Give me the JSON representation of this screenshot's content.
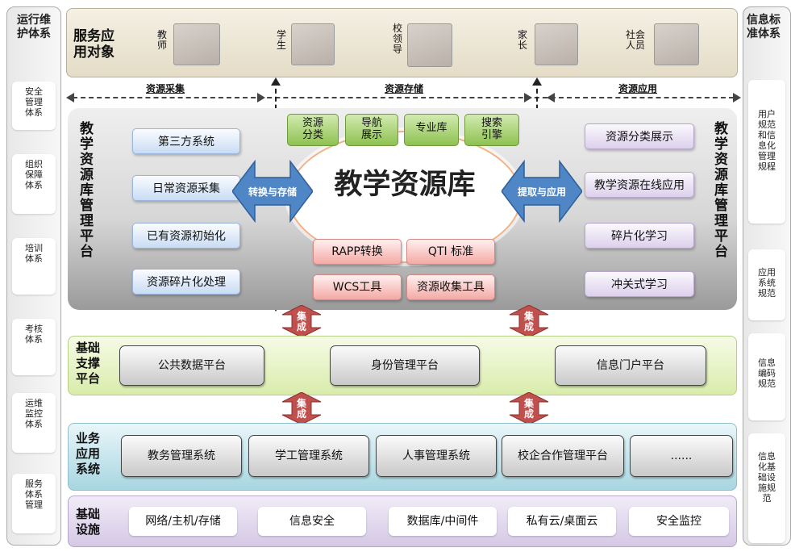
{
  "left_sidebar": {
    "title": "运行维\n护体系",
    "items": [
      "安全\n管理\n体系",
      "组织\n保障\n体系",
      "培训\n体系",
      "考核\n体系",
      "运维\n监控\n体系",
      "服务\n体系\n管理"
    ]
  },
  "right_sidebar": {
    "title": "信息标\n准体系",
    "items": [
      "用户\n规范\n和信\n息化\n管理\n规程",
      "应用\n系统\n规范",
      "信息\n编码\n规范",
      "信息\n化基\n础设\n施规\n范"
    ]
  },
  "service_objects": {
    "title": "服务应\n用对象",
    "users": [
      {
        "label": "教\n师"
      },
      {
        "label": "学\n生"
      },
      {
        "label": "校\n领\n导"
      },
      {
        "label": "家\n长"
      },
      {
        "label": "社会\n人员"
      }
    ]
  },
  "flow_labels": {
    "collect": "资源采集",
    "store": "资源存储",
    "apply": "资源应用"
  },
  "resource_library": {
    "left_title": "教学资源库管理平台",
    "right_title": "教学资源库管理平台",
    "center_title": "教学资源库",
    "left_arrow": "转换与存储",
    "right_arrow": "提取与应用",
    "left_boxes": [
      "第三方系统",
      "日常资源采集",
      "已有资源初始化",
      "资源碎片化处理"
    ],
    "right_boxes": [
      "资源分类展示",
      "教学资源在线应用",
      "碎片化学习",
      "冲关式学习"
    ],
    "top_boxes": [
      "资源\n分类",
      "导航\n展示",
      "专业库",
      "搜索\n引擎"
    ],
    "bottom_boxes": [
      "RAPP转换",
      "QTI 标准",
      "WCS工具",
      "资源收集工具"
    ]
  },
  "integration_label": "集成",
  "basic_support": {
    "title": "基础\n支撑\n平台",
    "items": [
      "公共数据平台",
      "身份管理平台",
      "信息门户平台"
    ]
  },
  "business_apps": {
    "title": "业务\n应用\n系统",
    "items": [
      "教务管理系统",
      "学工管理系统",
      "人事管理系统",
      "校企合作管理平台",
      "......"
    ]
  },
  "infrastructure": {
    "title": "基础\n设施",
    "items": [
      "网络/主机/存储",
      "信息安全",
      "数据库/中间件",
      "私有云/桌面云",
      "安全监控"
    ]
  },
  "colors": {
    "support_layer": "#eef7cf",
    "business_layer": "#d2ecf2",
    "infra_layer": "#e6dff0",
    "arrow_blue": "#4f86c6",
    "integration_arrow": "#c0504d"
  }
}
